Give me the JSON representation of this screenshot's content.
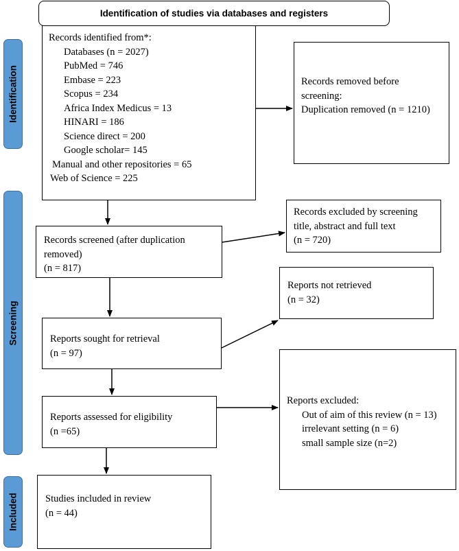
{
  "header": {
    "title": "Identification of studies via databases and registers"
  },
  "phases": {
    "identification": "Identification",
    "screening": "Screening",
    "included": "Included"
  },
  "records_identified": {
    "title": "Records identified from*:",
    "lines": [
      "Databases (n = 2027)",
      "PubMed = 746",
      "Embase = 223",
      "Scopus = 234",
      "Africa Index Medicus = 13",
      "HINARI = 186",
      "Science direct = 200",
      "Google scholar= 145",
      "Manual and other repositories = 65",
      "Web of Science = 225"
    ]
  },
  "records_removed": {
    "lines": [
      "Records removed before",
      "screening:",
      "Duplication removed (n = 1210)"
    ]
  },
  "records_screened": {
    "lines": [
      "Records screened (after duplication",
      "removed)",
      "(n = 817)"
    ]
  },
  "records_excluded": {
    "lines": [
      "Records excluded by screening",
      "title, abstract and full text",
      "(n = 720)"
    ]
  },
  "reports_sought": {
    "lines": [
      "Reports sought for retrieval",
      "(n = 97)"
    ]
  },
  "reports_not_retrieved": {
    "lines": [
      "Reports not retrieved",
      "(n = 32)"
    ]
  },
  "reports_assessed": {
    "lines": [
      "Reports assessed for eligibility",
      "(n =65)"
    ]
  },
  "reports_excluded": {
    "title": "Reports excluded:",
    "lines": [
      "Out of aim of this review (n = 13)",
      "irrelevant setting (n = 6)",
      "small sample size (n=2)"
    ]
  },
  "studies_included": {
    "lines": [
      "Studies included in review",
      "(n = 44)"
    ]
  }
}
